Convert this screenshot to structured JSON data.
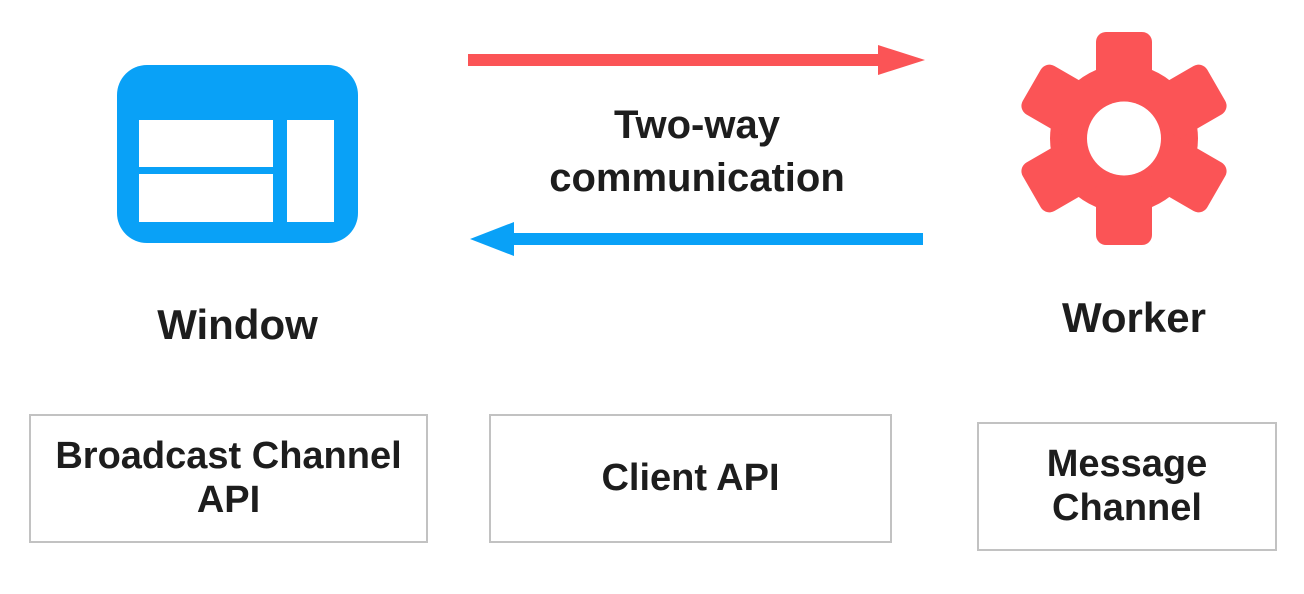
{
  "diagram": {
    "window": {
      "label": "Window"
    },
    "worker": {
      "label": "Worker"
    },
    "communication": {
      "line1": "Two-way",
      "line2": "communication"
    },
    "boxes": [
      {
        "label": "Broadcast Channel API"
      },
      {
        "label": "Client API"
      },
      {
        "label": "Message Channel"
      }
    ],
    "colors": {
      "blue": "#09a1f7",
      "red": "#fb5456",
      "text": "#1d1d1d",
      "border": "#c2c2c2"
    }
  }
}
